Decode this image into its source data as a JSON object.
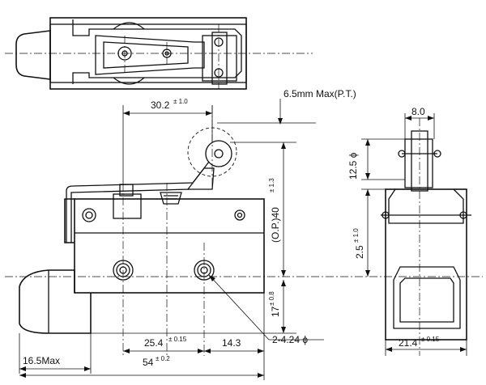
{
  "dimensions": {
    "pt": "6.5mm Max(P.T.)",
    "h_30_2": "30.2",
    "h_30_2_tol": "± 1.0",
    "w_8_0": "8.0",
    "d_12_5": "12.5 ϕ",
    "op_40": "(O.P.)40",
    "op_40_tol": "± 1.3",
    "v_2_5": "2.5",
    "v_2_5_tol": "± 1.0",
    "v_17": "17",
    "v_17_tol": "± 0.8",
    "h_25_4": "25.4",
    "h_25_4_tol": "± 0.15",
    "h_14_3": "14.3",
    "holes": "2-4.24 ϕ",
    "h_16_5": "16.5Max",
    "h_54": "54",
    "h_54_tol": "± 0.2",
    "h_21_4": "21.4",
    "h_21_4_tol": "± 0.15"
  }
}
